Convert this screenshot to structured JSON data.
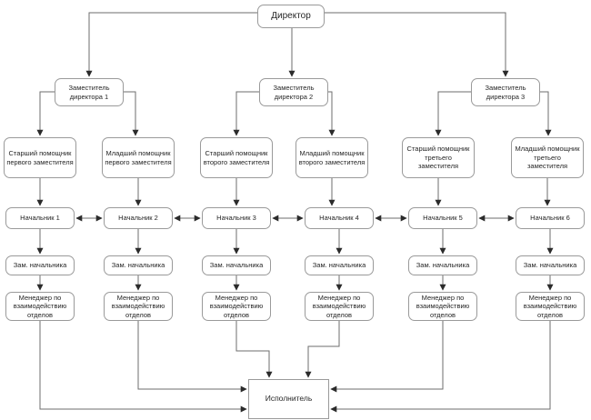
{
  "diagram": {
    "type": "org-chart",
    "language": "ru"
  },
  "colors": {
    "background": "#ffffff",
    "box_border": "#9a9a9a",
    "wire": "#6e6e6e",
    "arrow": "#2b2b2b",
    "text": "#252525"
  },
  "nodes": {
    "director": {
      "label": "Директор"
    },
    "deputy_1": {
      "label": "Заместитель\nдиректора 1"
    },
    "deputy_2": {
      "label": "Заместитель\nдиректора 2"
    },
    "deputy_3": {
      "label": "Заместитель\nдиректора 3"
    },
    "senior_assistant_1": {
      "label": "Старший помощник\nпервого заместителя"
    },
    "junior_assistant_1": {
      "label": "Младший помощник\nпервого заместителя"
    },
    "senior_assistant_2": {
      "label": "Старший помощник\nвторого заместителя"
    },
    "junior_assistant_2": {
      "label": "Младший помощник\nвторого заместителя"
    },
    "senior_assistant_3": {
      "label": "Старший помощник\nтретьего\nзаместителя"
    },
    "junior_assistant_3": {
      "label": "Младший помощник\nтретьего\nзаместителя"
    },
    "chief_1": {
      "label": "Начальник 1"
    },
    "chief_2": {
      "label": "Начальник 2"
    },
    "chief_3": {
      "label": "Начальник 3"
    },
    "chief_4": {
      "label": "Начальник 4"
    },
    "chief_5": {
      "label": "Начальник 5"
    },
    "chief_6": {
      "label": "Начальник 6"
    },
    "deputy_chief_1": {
      "label": "Зам. начальника"
    },
    "deputy_chief_2": {
      "label": "Зам. начальника"
    },
    "deputy_chief_3": {
      "label": "Зам. начальника"
    },
    "deputy_chief_4": {
      "label": "Зам. начальника"
    },
    "deputy_chief_5": {
      "label": "Зам. начальника"
    },
    "deputy_chief_6": {
      "label": "Зам. начальника"
    },
    "manager_1": {
      "label": "Менеджер по\nвзаимодействию\nотделов"
    },
    "manager_2": {
      "label": "Менеджер по\nвзаимодействию\nотделов"
    },
    "manager_3": {
      "label": "Менеджер по\nвзаимодействию\nотделов"
    },
    "manager_4": {
      "label": "Менеджер по\nвзаимодействию\nотделов"
    },
    "manager_5": {
      "label": "Менеджер по\nвзаимодействию\nотделов"
    },
    "manager_6": {
      "label": "Менеджер по\nвзаимодействию\nотделов"
    },
    "executor": {
      "label": "Исполнитель"
    }
  }
}
